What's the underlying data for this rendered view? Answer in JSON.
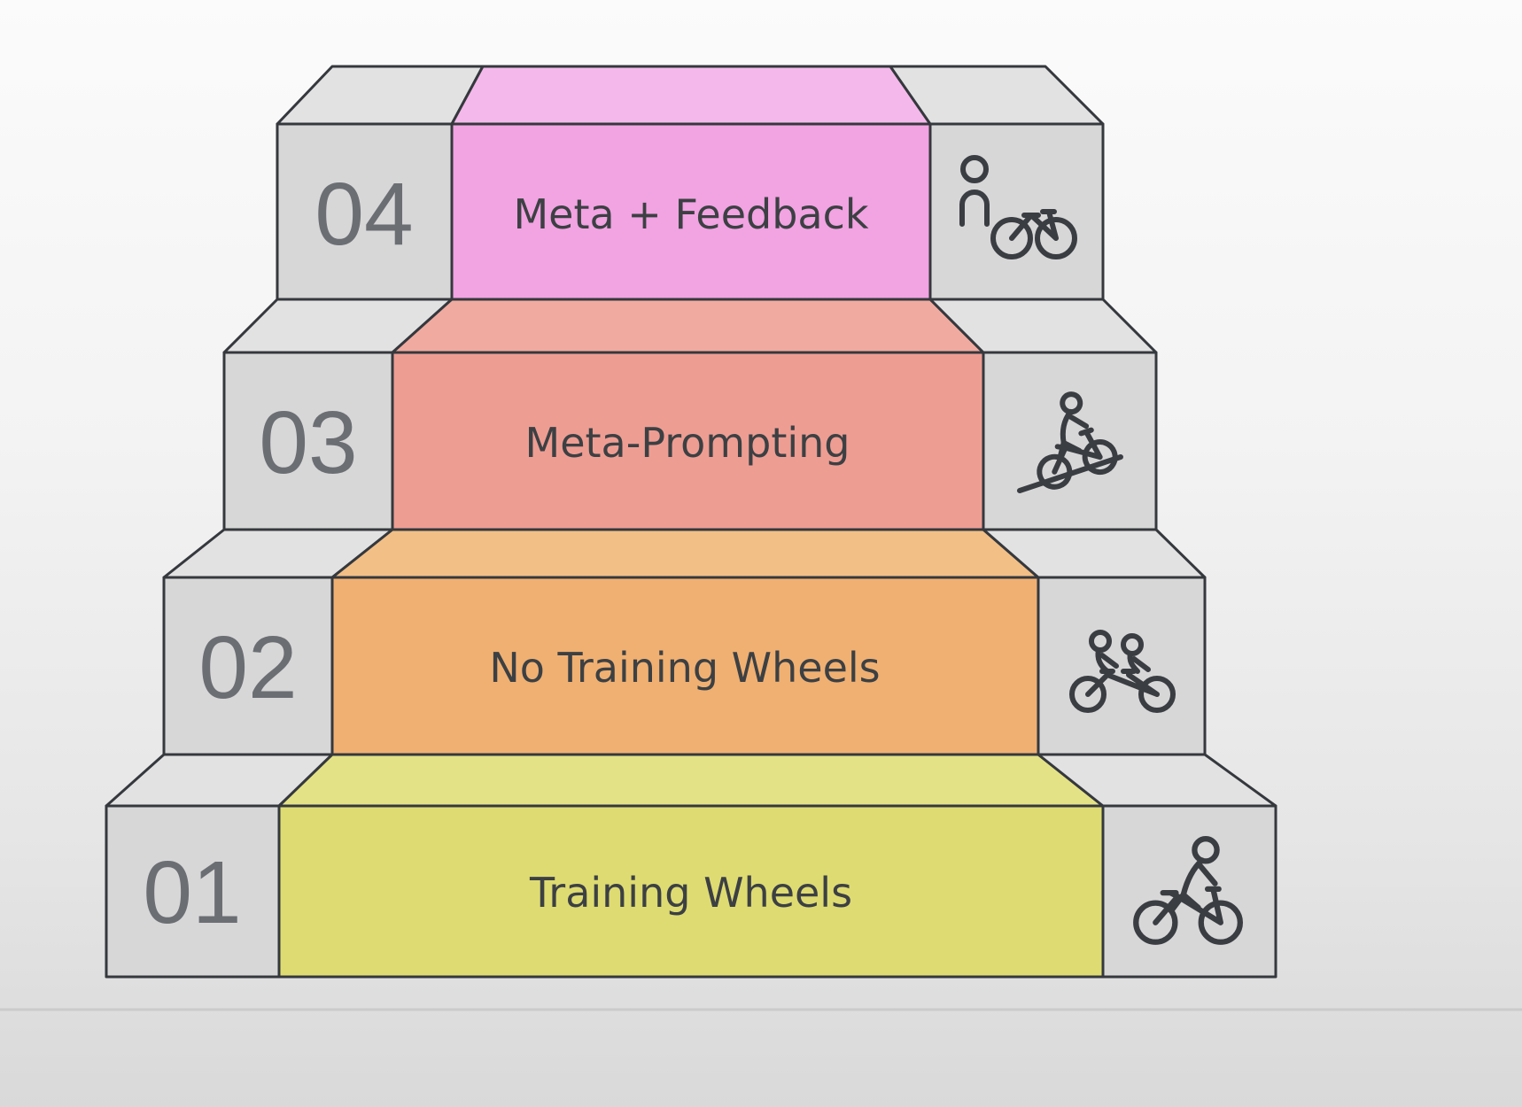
{
  "theme": {
    "background_top": "#fbfbfb",
    "background_bottom": "#d9d9d9",
    "block_front": "#d7d7d7",
    "block_top": "#e2e2e2",
    "outline": "#35383d",
    "label_color": "#3c4043",
    "number_color": "#6b6e73"
  },
  "levels": [
    {
      "number": "04",
      "label": "Meta + Feedback",
      "icon": "person-standing-with-bike-icon",
      "front_color": "#f2a3e2",
      "top_color": "#f4b9ea"
    },
    {
      "number": "03",
      "label": "Meta-Prompting",
      "icon": "cyclist-riding-uphill-icon",
      "front_color": "#ee9d93",
      "top_color": "#f1aaa0"
    },
    {
      "number": "02",
      "label": "No Training Wheels",
      "icon": "tandem-cyclists-icon",
      "front_color": "#f0b072",
      "top_color": "#f2bf86"
    },
    {
      "number": "01",
      "label": "Training Wheels",
      "icon": "cyclist-on-bike-icon",
      "front_color": "#dedb72",
      "top_color": "#e4e286"
    }
  ]
}
